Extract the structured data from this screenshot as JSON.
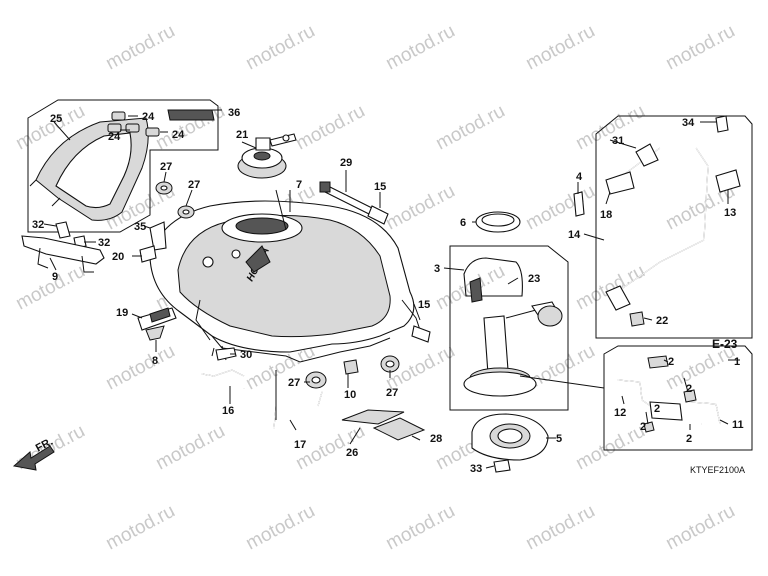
{
  "diagram": {
    "watermark": "motod.ru",
    "code": "KTYEF2100A",
    "fr_label": "FR.",
    "ref": "E-23",
    "callouts": [
      {
        "id": "c1",
        "text": "1"
      },
      {
        "id": "c2a",
        "text": "2"
      },
      {
        "id": "c2b",
        "text": "2"
      },
      {
        "id": "c2c",
        "text": "2"
      },
      {
        "id": "c2d",
        "text": "2"
      },
      {
        "id": "c2e",
        "text": "2"
      },
      {
        "id": "c3",
        "text": "3"
      },
      {
        "id": "c4",
        "text": "4"
      },
      {
        "id": "c5",
        "text": "5"
      },
      {
        "id": "c6",
        "text": "6"
      },
      {
        "id": "c7",
        "text": "7"
      },
      {
        "id": "c8",
        "text": "8"
      },
      {
        "id": "c9",
        "text": "9"
      },
      {
        "id": "c10",
        "text": "10"
      },
      {
        "id": "c11",
        "text": "11"
      },
      {
        "id": "c12",
        "text": "12"
      },
      {
        "id": "c13",
        "text": "13"
      },
      {
        "id": "c14",
        "text": "14"
      },
      {
        "id": "c15a",
        "text": "15"
      },
      {
        "id": "c15b",
        "text": "15"
      },
      {
        "id": "c16",
        "text": "16"
      },
      {
        "id": "c17",
        "text": "17"
      },
      {
        "id": "c18",
        "text": "18"
      },
      {
        "id": "c19",
        "text": "19"
      },
      {
        "id": "c20",
        "text": "20"
      },
      {
        "id": "c21",
        "text": "21"
      },
      {
        "id": "c22",
        "text": "22"
      },
      {
        "id": "c23",
        "text": "23"
      },
      {
        "id": "c24a",
        "text": "24"
      },
      {
        "id": "c24b",
        "text": "24"
      },
      {
        "id": "c24c",
        "text": "24"
      },
      {
        "id": "c25",
        "text": "25"
      },
      {
        "id": "c26",
        "text": "26"
      },
      {
        "id": "c27a",
        "text": "27"
      },
      {
        "id": "c27b",
        "text": "27"
      },
      {
        "id": "c27c",
        "text": "27"
      },
      {
        "id": "c27d",
        "text": "27"
      },
      {
        "id": "c28",
        "text": "28"
      },
      {
        "id": "c29",
        "text": "29"
      },
      {
        "id": "c30",
        "text": "30"
      },
      {
        "id": "c31",
        "text": "31"
      },
      {
        "id": "c32a",
        "text": "32"
      },
      {
        "id": "c32b",
        "text": "32"
      },
      {
        "id": "c33",
        "text": "33"
      },
      {
        "id": "c34",
        "text": "34"
      },
      {
        "id": "c35",
        "text": "35"
      },
      {
        "id": "c36",
        "text": "36"
      }
    ]
  }
}
